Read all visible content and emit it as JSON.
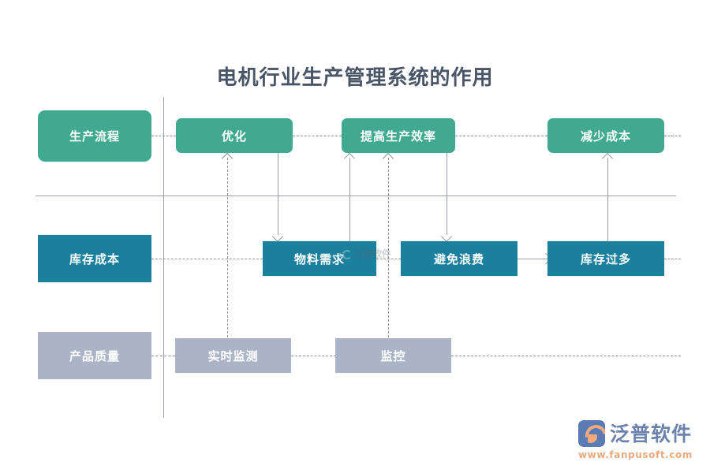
{
  "page": {
    "title": "电机行业生产管理系统的作用",
    "background": "#ffffff"
  },
  "colors": {
    "row1": "#41a98f",
    "row2": "#1b7f9e",
    "row3": "#aab4c6",
    "line": "#9a9fa6",
    "dash": "#8d9299",
    "title_text": "#4a5568",
    "box_text": "#ffffff",
    "brand_name": "#6b82ad",
    "brand_url": "#e9a97e"
  },
  "rows": [
    {
      "id": "row-production-process",
      "label": "生产流程",
      "color": "#41a98f",
      "nodes": [
        {
          "label": "优化"
        },
        {
          "label": "提高生产效率"
        },
        {
          "label": "减少成本"
        }
      ]
    },
    {
      "id": "row-inventory-cost",
      "label": "库存成本",
      "color": "#1b7f9e",
      "nodes": [
        {
          "label": "物料需求"
        },
        {
          "label": "避免浪费"
        },
        {
          "label": "库存过多"
        }
      ]
    },
    {
      "id": "row-product-quality",
      "label": "产品质量",
      "color": "#aab4c6",
      "nodes": [
        {
          "label": "实时监测"
        },
        {
          "label": "监控"
        }
      ]
    }
  ],
  "labels": {
    "production_process": "生产流程",
    "optimize": "优化",
    "improve_efficiency": "提高生产效率",
    "reduce_cost": "减少成本",
    "inventory_cost": "库存成本",
    "material_demand": "物料需求",
    "avoid_waste": "避免浪费",
    "excess_inventory": "库存过多",
    "product_quality": "产品质量",
    "real_time_monitoring": "实时监测",
    "monitoring": "监控"
  },
  "watermark": {
    "text": "泛普软件"
  },
  "brand": {
    "name": "泛普软件",
    "url": "www.fanpusoft.com"
  }
}
